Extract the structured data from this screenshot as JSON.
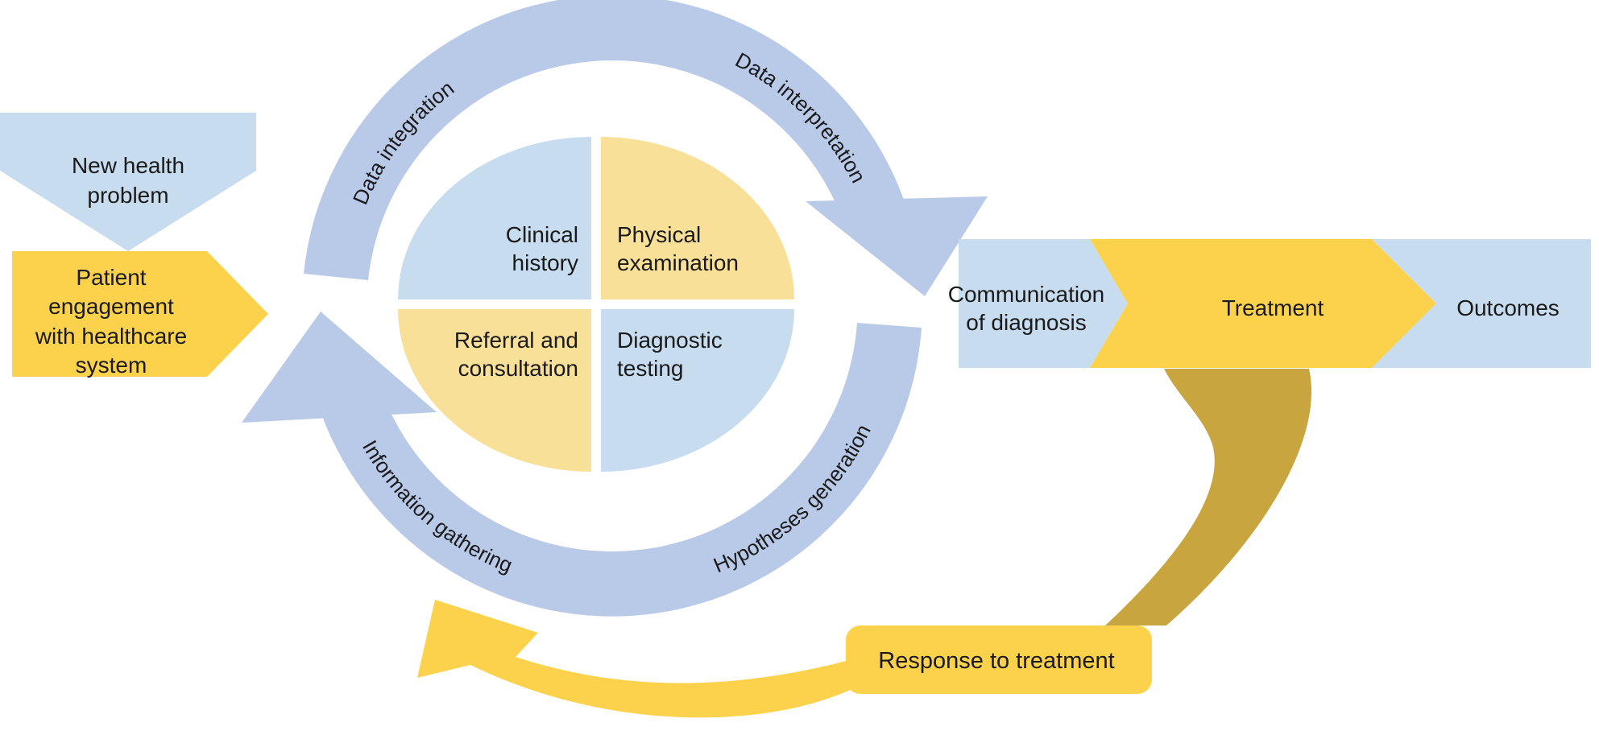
{
  "palette": {
    "pale_blue": "#C8DCF0",
    "ring_blue": "#B9C9E8",
    "pale_yellow": "#F9E098",
    "bright_yellow": "#FCD24D",
    "gold": "#C8A53E",
    "text": "#1A1A1A",
    "background": "#FFFFFF"
  },
  "entry": {
    "new_health_problem_line1": "New health",
    "new_health_problem_line2": "problem",
    "patient_line1": "Patient",
    "patient_line2": "engagement",
    "patient_line3": "with healthcare",
    "patient_line4": "system"
  },
  "cycle": {
    "arc_top_left": "Data integration",
    "arc_top_right": "Data interpretation",
    "arc_bottom_left": "Information gathering",
    "arc_bottom_right": "Hypotheses generation",
    "quadrant_clinical_line1": "Clinical",
    "quadrant_clinical_line2": "history",
    "quadrant_physical_line1": "Physical",
    "quadrant_physical_line2": "examination",
    "quadrant_referral_line1": "Referral and",
    "quadrant_referral_line2": "consultation",
    "quadrant_diagnostic_line1": "Diagnostic",
    "quadrant_diagnostic_line2": "testing"
  },
  "band": {
    "communication_line1": "Communication",
    "communication_line2": "of diagnosis",
    "treatment": "Treatment",
    "outcomes": "Outcomes"
  },
  "feedback": {
    "response_to_treatment": "Response to treatment"
  }
}
